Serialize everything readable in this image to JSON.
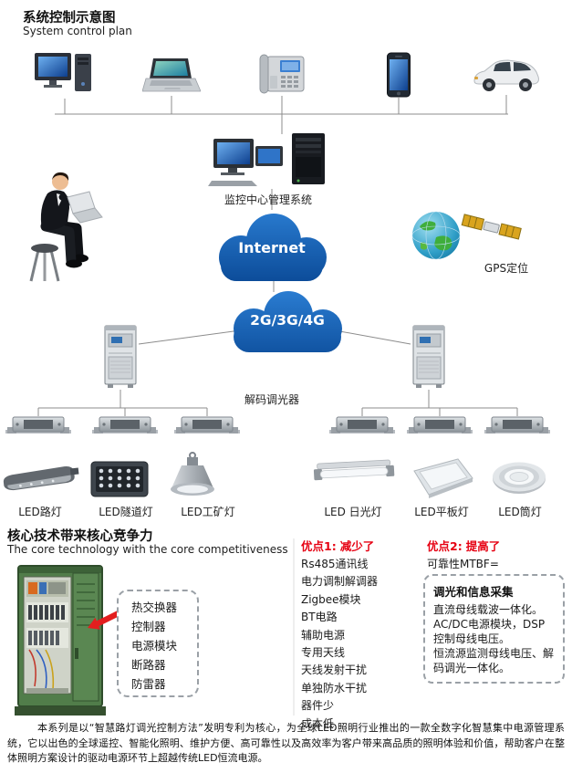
{
  "header": {
    "title": "系统控制示意图",
    "subtitle": "System control plan"
  },
  "diagram": {
    "monitoring_label": "监控中心管理系统",
    "internet_label": "Internet",
    "gps_label": "GPS定位",
    "network_label": "2G/3G/4G",
    "dimmer_label": "解码调光器",
    "led_labels": [
      "LED路灯",
      "LED隧道灯",
      "LED工矿灯",
      "LED 日光灯",
      "LED平板灯",
      "LED筒灯"
    ]
  },
  "core": {
    "title": "核心技术带来核心竞争力",
    "subtitle": "The core technology with the core competitiveness",
    "cabinet_parts": [
      "热交换器",
      "控制器",
      "电源模块",
      "断路器",
      "防雷器"
    ],
    "advantage1": {
      "label": "优点1:",
      "value": "减少了",
      "items": [
        "Rs485通讯线",
        "电力调制解调器",
        "Zigbee模块",
        "BT电路",
        "辅助电源",
        "专用天线",
        "天线发射干扰",
        "单独防水干扰",
        "器件少",
        "成本低"
      ]
    },
    "advantage2": {
      "label": "优点2:",
      "value": "提高了",
      "reliability": "可靠性MTBF=",
      "box_title": "调光和信息采集",
      "box_lines": [
        "直流母线载波一体化。",
        "AC/DC电源模块，DSP控制母线电压。",
        "恒流源监测母线电压、解码调光一体化。"
      ]
    }
  },
  "footer": {
    "paragraph": "本系列是以“智慧路灯调光控制方法”发明专利为核心，为全球LED照明行业推出的一款全数字化智慧集中电源管理系统，它以出色的全球遥控、智能化照明、维护方便、高可靠性以及高效率为客户带来高品质的照明体验和价值，帮助客户在整体照明方案设计的驱动电源环节上超越传统LED恒流电源。"
  },
  "colors": {
    "cloud_blue": "#1161ae",
    "accent_red": "#e60012",
    "wire_gray": "#8c8c8c",
    "cabinet_green": "#517d4a"
  },
  "icons": [
    "desktop-computer-icon",
    "laptop-icon",
    "fax-phone-icon",
    "smartphone-icon",
    "car-icon",
    "monitoring-center-icon",
    "businessman-image",
    "internet-cloud",
    "gps-globe-icon",
    "gps-satellite-icon",
    "network-cloud",
    "control-cabinet-icon",
    "dimmer-device-icon",
    "led-street-lamp-icon",
    "led-tunnel-lamp-icon",
    "led-highbay-lamp-icon",
    "led-tube-lamp-icon",
    "led-panel-lamp-icon",
    "led-downlight-icon",
    "power-cabinet-image",
    "red-arrow-icon"
  ]
}
